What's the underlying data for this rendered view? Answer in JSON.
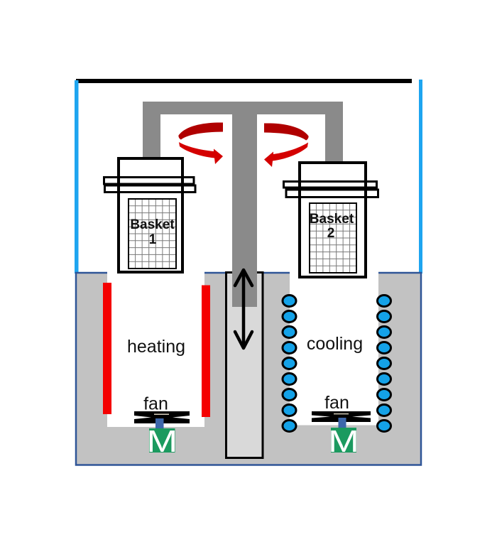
{
  "baskets": [
    {
      "label": "Basket",
      "number": "1"
    },
    {
      "label": "Basket",
      "number": "2"
    }
  ],
  "heating_chamber": {
    "label": "heating",
    "fan_label": "fan",
    "motor_label": "M"
  },
  "cooling_chamber": {
    "label": "cooling",
    "fan_label": "fan",
    "motor_label": "M",
    "coil_turns_per_side": 9
  },
  "icons": {
    "rotation": "rotation-arrow-icon",
    "lift": "double-vertical-arrow-icon",
    "heater": "heating-element-icon",
    "coil": "cooling-coil-icon",
    "fan": "fan-icon",
    "motor": "motor-icon"
  },
  "colors": {
    "enclosure_top": "#000000",
    "enclosure_wall": "#1ea5f0",
    "frame": "#8a8a8a",
    "base": "#c2c2c2",
    "base_outline": "#2f5597",
    "guide_column": "#d9d9d9",
    "heater": "#f40000",
    "coolant_coil": "#14a2e8",
    "rotation_arrow_dark": "#b00000",
    "rotation_arrow_light": "#d40000",
    "motor": "#1b9a5f",
    "motor_shaft": "#3d67ab"
  }
}
